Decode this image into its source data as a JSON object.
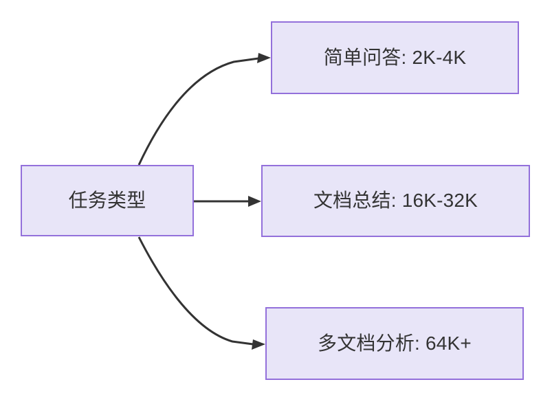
{
  "diagram": {
    "type": "flowchart",
    "direction": "left-to-right",
    "background_color": "#ffffff",
    "node_fill_color": "#e8e5f8",
    "node_border_color": "#9370db",
    "text_color": "#333333",
    "edge_color": "#333333",
    "root": {
      "id": "task-type",
      "label": "任务类型"
    },
    "branches": [
      {
        "id": "simple-qa",
        "label": "简单问答: 2K-4K",
        "edge_style": "curved-up"
      },
      {
        "id": "doc-summary",
        "label": "文档总结: 16K-32K",
        "edge_style": "straight"
      },
      {
        "id": "multi-doc",
        "label": "多文档分析: 64K+",
        "edge_style": "curved-down"
      }
    ]
  }
}
